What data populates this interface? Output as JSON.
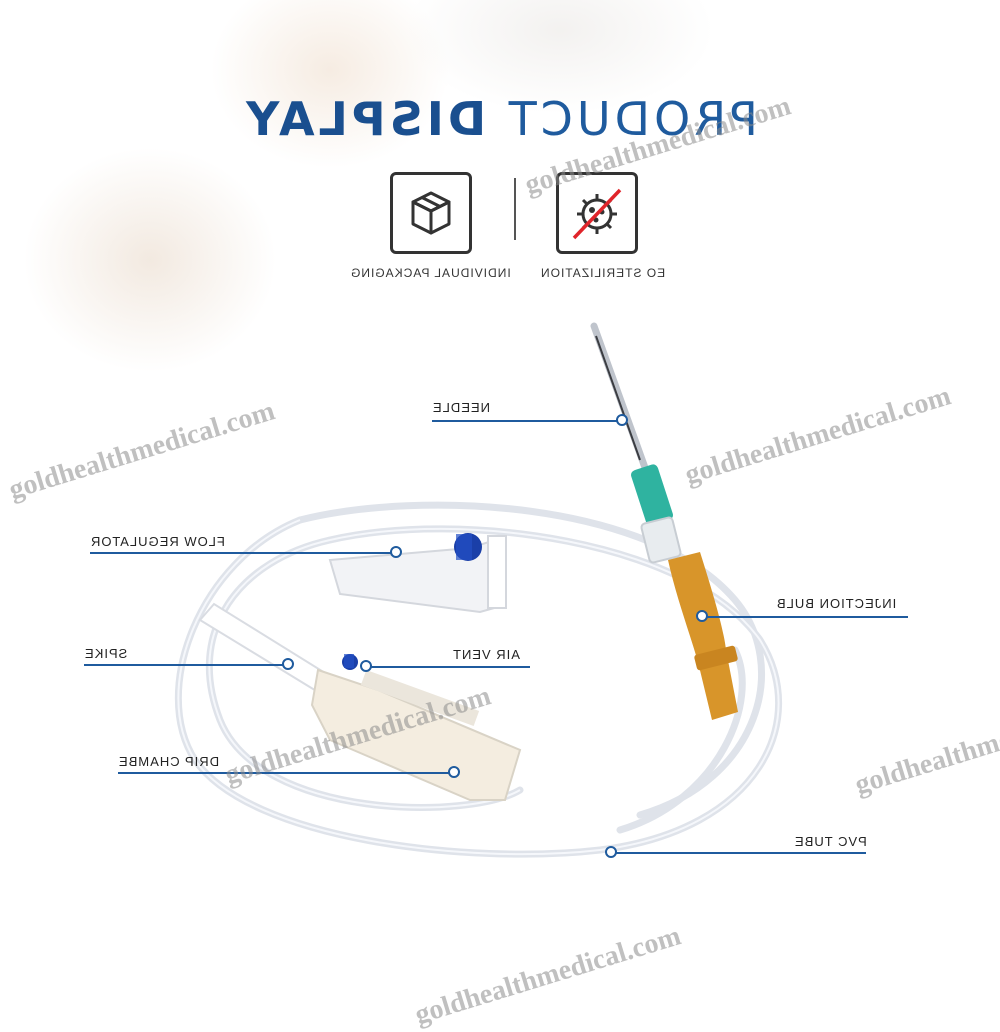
{
  "title": {
    "light": "PRODUCT",
    "bold": "DISPLAY"
  },
  "features": [
    {
      "label": "EO STERILIZATION",
      "icon": "sterilization-icon"
    },
    {
      "label": "INDIVIDUAL PACKAGING",
      "icon": "package-icon"
    }
  ],
  "callouts": {
    "needle": "NEEDLE",
    "flow_regulator": "FLOW REGULATOR",
    "injection_bulb": "INJECTION BULB",
    "air_vent": "AIR VENT",
    "spike": "SPIKE",
    "drip_chamber": "DRIP CHAMBE",
    "pvc_tube": "PVC TUBE"
  },
  "watermark": "goldhealthmedical.com",
  "colors": {
    "accent": "#1f5b9e",
    "bulb": "#d8952a",
    "cap": "#1a3fa8",
    "hub": "#2fb3a0"
  }
}
